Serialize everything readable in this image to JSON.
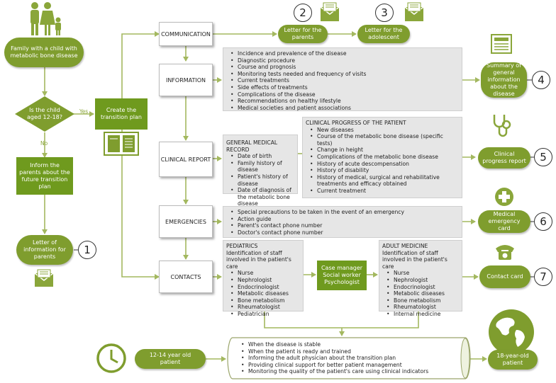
{
  "start": {
    "family_label": "Family with a child with metabolic bone disease"
  },
  "decision": {
    "question": "Is the child aged 12-18?",
    "yes": "Yes",
    "no": "No"
  },
  "inform_parents": "Inform the parents about the future transition plan",
  "letter_parents_info": "Letter of information for parents",
  "create_plan": "Create the transition plan",
  "sections": {
    "communication": "COMMUNICATION",
    "information": "INFORMATION",
    "clinical_report": "CLINICAL REPORT",
    "emergencies": "EMERGENCIES",
    "contacts": "CONTACTS"
  },
  "letters": {
    "parents": "Letter for the parents",
    "adolescent": "Letter for the adolescent"
  },
  "information_items": [
    "Incidence and prevalence of the disease",
    "Diagnostic procedure",
    "Course and prognosis",
    "Monitoring tests needed and frequency of visits",
    "Current treatments",
    "Side effects of treatments",
    "Complications of the disease",
    "Recommendations on healthy lifestyle",
    "Medical societies and patient associations"
  ],
  "summary": "Summary of general information about the disease",
  "general_record": {
    "title": "GENERAL MEDICAL RECORD",
    "items": [
      "Date of birth",
      "Family history of disease",
      "Patient's history of disease",
      "Date of diagnosis of the metabolic bone disease"
    ]
  },
  "clinical_progress": {
    "title": "CLINICAL PROGRESS OF THE PATIENT",
    "items": [
      "New diseases",
      "Course of the metabolic bone disease (specific tests)",
      "Change in height",
      "Complications of the metabolic bone disease",
      "History of acute descompensation",
      "History of disability",
      "History of medical, surgical and rehabilitative treatments and efficacy obtained",
      "Current treatment"
    ]
  },
  "clinical_progress_report": "Clinical progress report",
  "emergency_items": [
    "Special precautions to be taken in the event of an emergency",
    "Action guide",
    "Parent's contact phone number",
    "Doctor's contact phone number"
  ],
  "medical_emergency_card": "Medical emergency card",
  "pediatrics": {
    "title": "PEDIATRICS",
    "subtitle": "Identification of staff involved in the patient's care",
    "items": [
      "Nurse",
      "Nephrologist",
      "Endocrinologist",
      "Metabolic diseases",
      "Bone metabolism",
      "Rheumatologist",
      "Pediatrician"
    ]
  },
  "case_manager": [
    "Case manager",
    "Social worker",
    "Psychologist"
  ],
  "adult_medicine": {
    "title": "ADULT MEDICINE",
    "subtitle": "Identification of staff involved in the patient's care",
    "items": [
      "Nurse",
      "Nephrologist",
      "Endocrinologist",
      "Metabolic diseases",
      "Bone metabolism",
      "Rheumatologist",
      "Internal medicine"
    ]
  },
  "contact_card": "Contact card",
  "age_start": "12-14 year old patient",
  "transition_conditions": [
    "When the disease is stable",
    "When the patient is ready and trained",
    "Informing the adult physician about the transition plan",
    "Providing clinical support for better patient management",
    "Monitoring the quality of the patient's care using clinical indicators"
  ],
  "age_end": "18-year-old patient",
  "numbers": [
    "1",
    "2",
    "3",
    "4",
    "5",
    "6",
    "7"
  ],
  "colors": {
    "green": "#7f9d2e",
    "dark_green": "#6f9a1e",
    "grey_box": "#e6e6e6",
    "arrow": "#a3b85f"
  }
}
